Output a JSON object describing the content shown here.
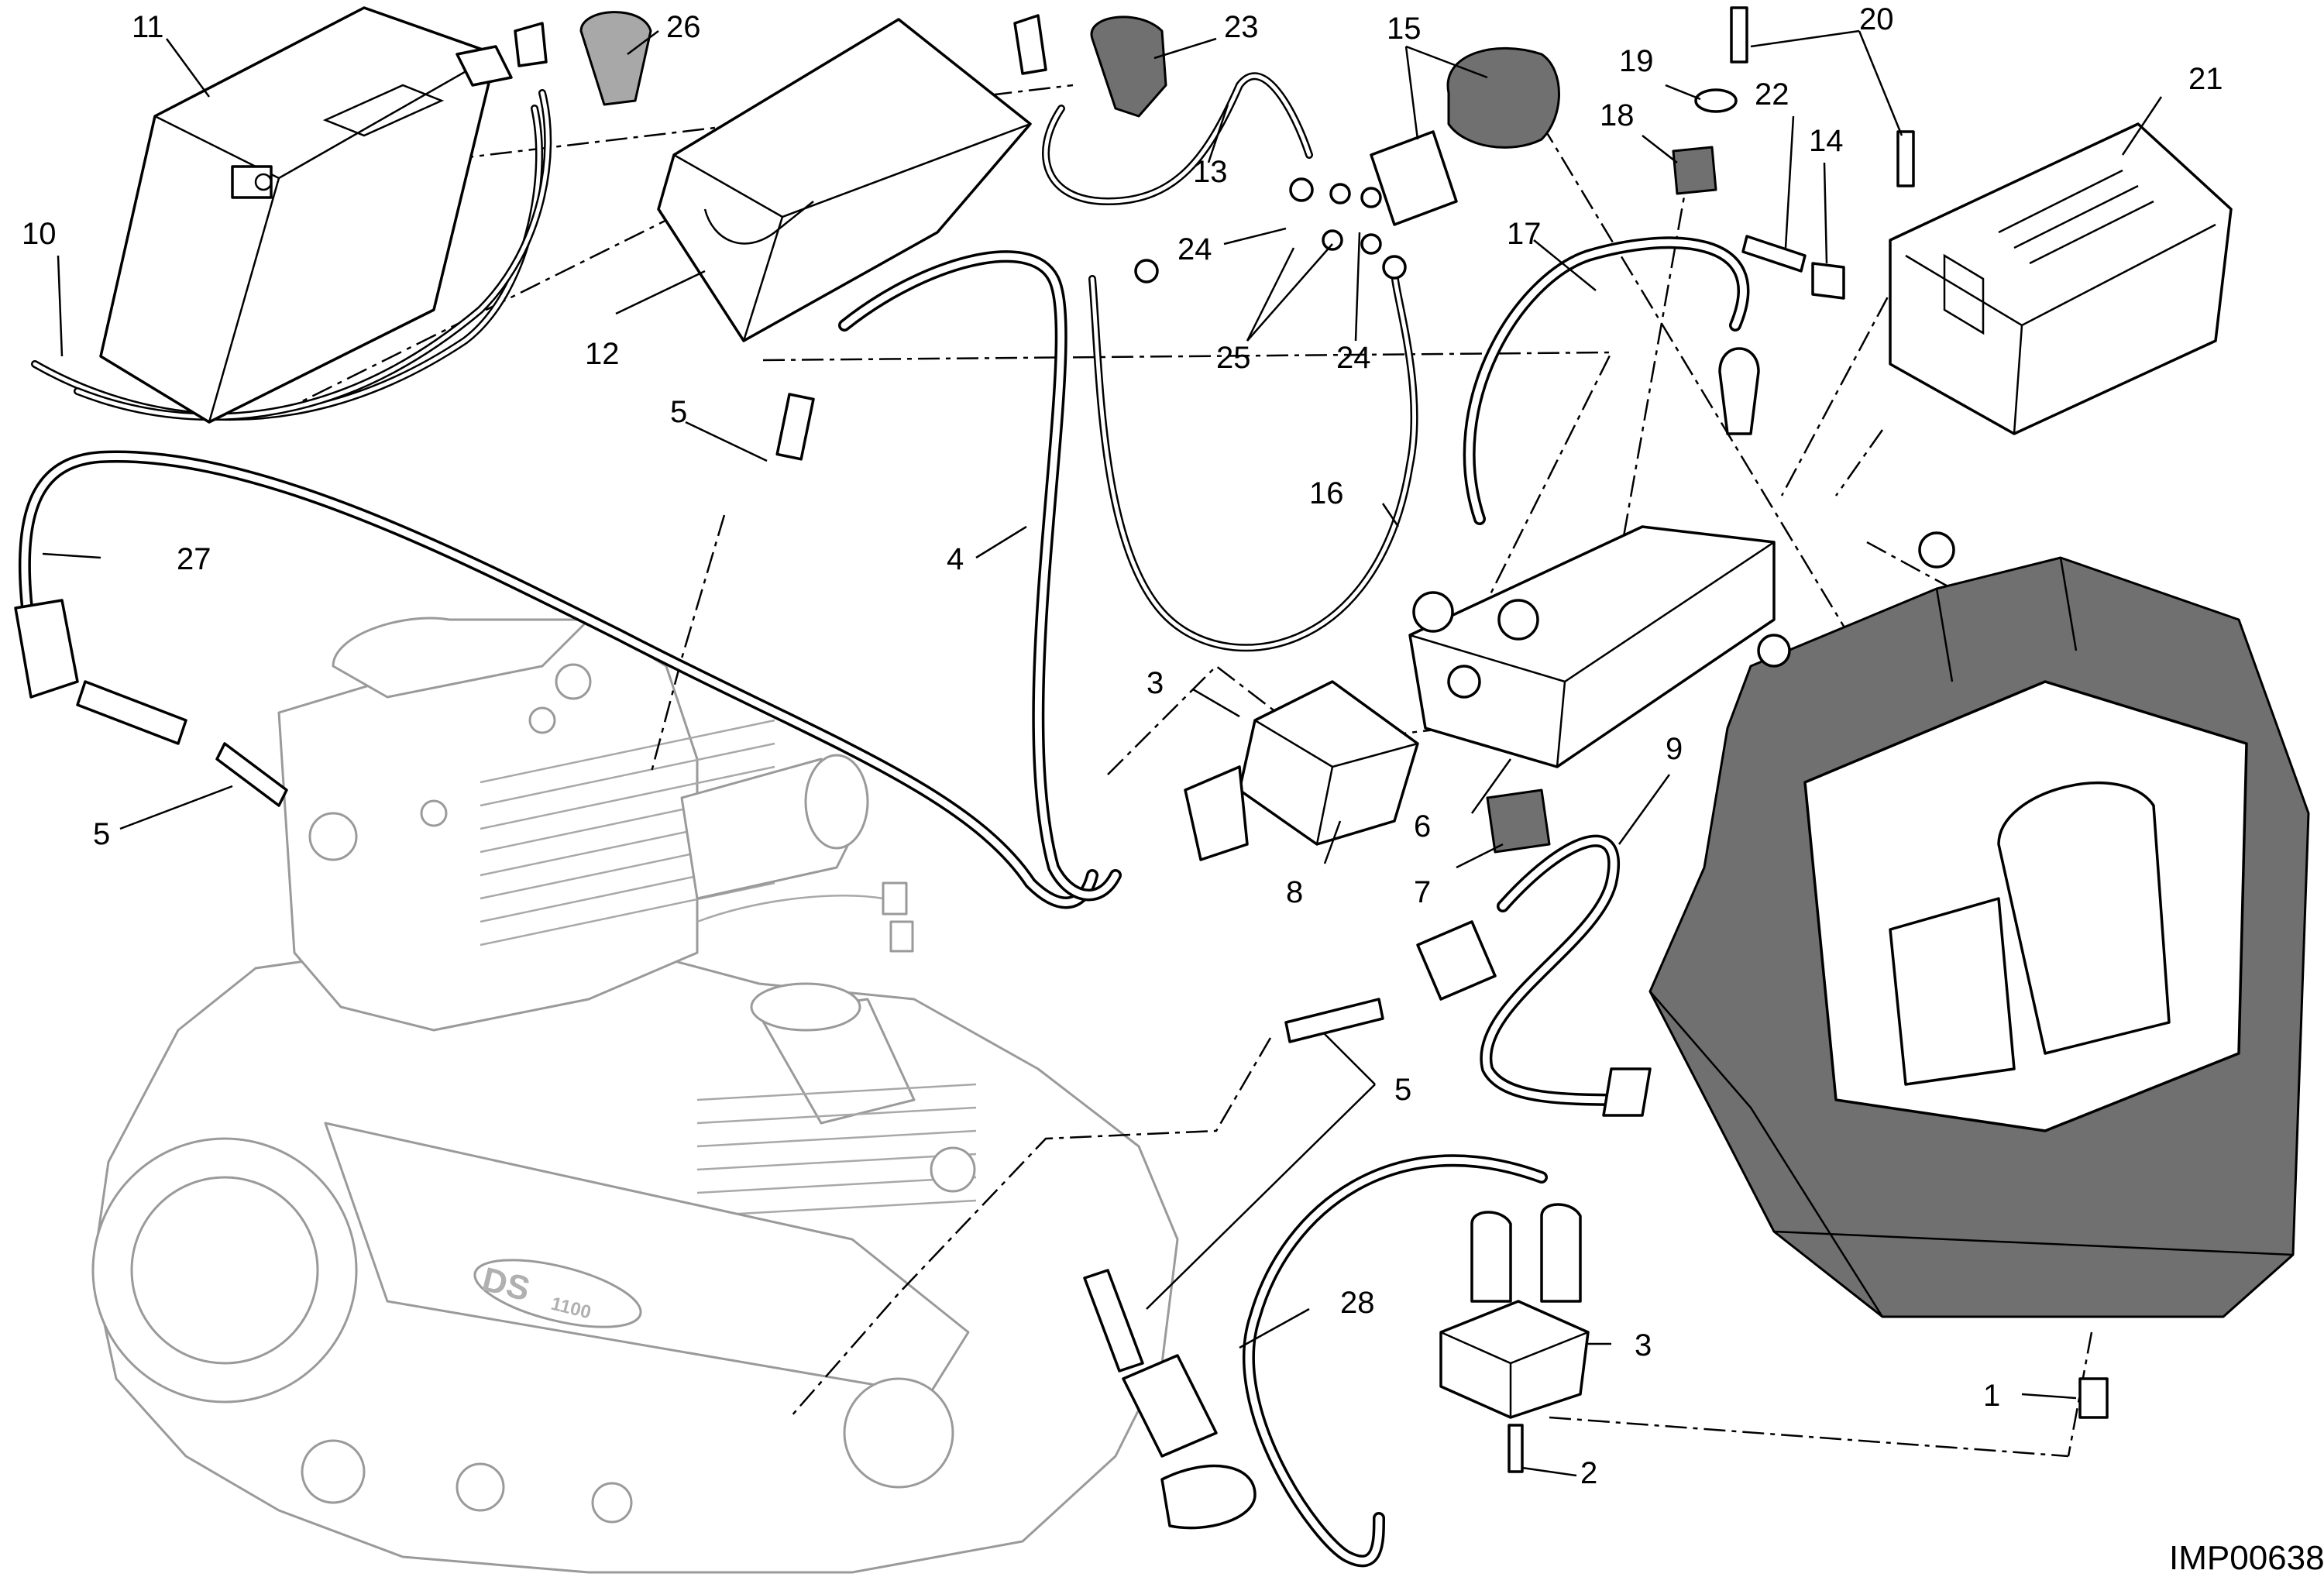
{
  "drawing_code": "IMP00638",
  "engine_badge": "DS",
  "engine_badge_sub": "1100",
  "callouts": {
    "n1": "1",
    "n2": "2",
    "n3a": "3",
    "n3b": "3",
    "n4": "4",
    "n5a": "5",
    "n5b": "5",
    "n5c": "5",
    "n6": "6",
    "n7": "7",
    "n8": "8",
    "n9": "9",
    "n10": "10",
    "n11": "11",
    "n12": "12",
    "n13": "13",
    "n14": "14",
    "n15": "15",
    "n16": "16",
    "n17": "17",
    "n18": "18",
    "n19": "19",
    "n20": "20",
    "n21": "21",
    "n22": "22",
    "n23": "23",
    "n24a": "24",
    "n24b": "24",
    "n25": "25",
    "n26": "26",
    "n27": "27",
    "n28": "28"
  }
}
